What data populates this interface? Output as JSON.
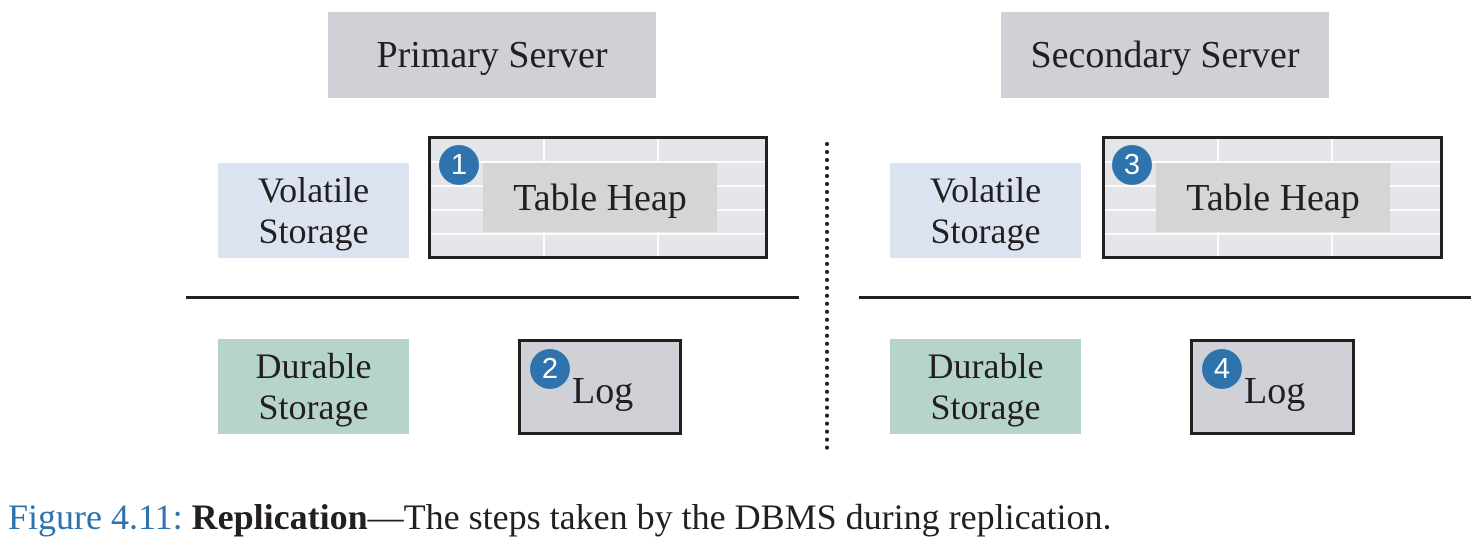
{
  "primary": {
    "server_label": "Primary Server",
    "volatile_line1": "Volatile",
    "volatile_line2": "Storage",
    "durable_line1": "Durable",
    "durable_line2": "Storage",
    "heap_label": "Table Heap",
    "heap_step": "1",
    "log_label": "Log",
    "log_step": "2"
  },
  "secondary": {
    "server_label": "Secondary Server",
    "volatile_line1": "Volatile",
    "volatile_line2": "Storage",
    "durable_line1": "Durable",
    "durable_line2": "Storage",
    "heap_label": "Table Heap",
    "heap_step": "3",
    "log_label": "Log",
    "log_step": "4"
  },
  "caption": {
    "figure_number": "Figure 4.11:",
    "title": "Replication",
    "description": "—The steps taken by the DBMS during replication."
  },
  "colors": {
    "server_box": "#cfd1d6",
    "volatile_box": "#dbe3f1",
    "durable_box": "#b6d4cb",
    "step_badge": "#2e73ad",
    "caption_number": "#2e73ad"
  }
}
